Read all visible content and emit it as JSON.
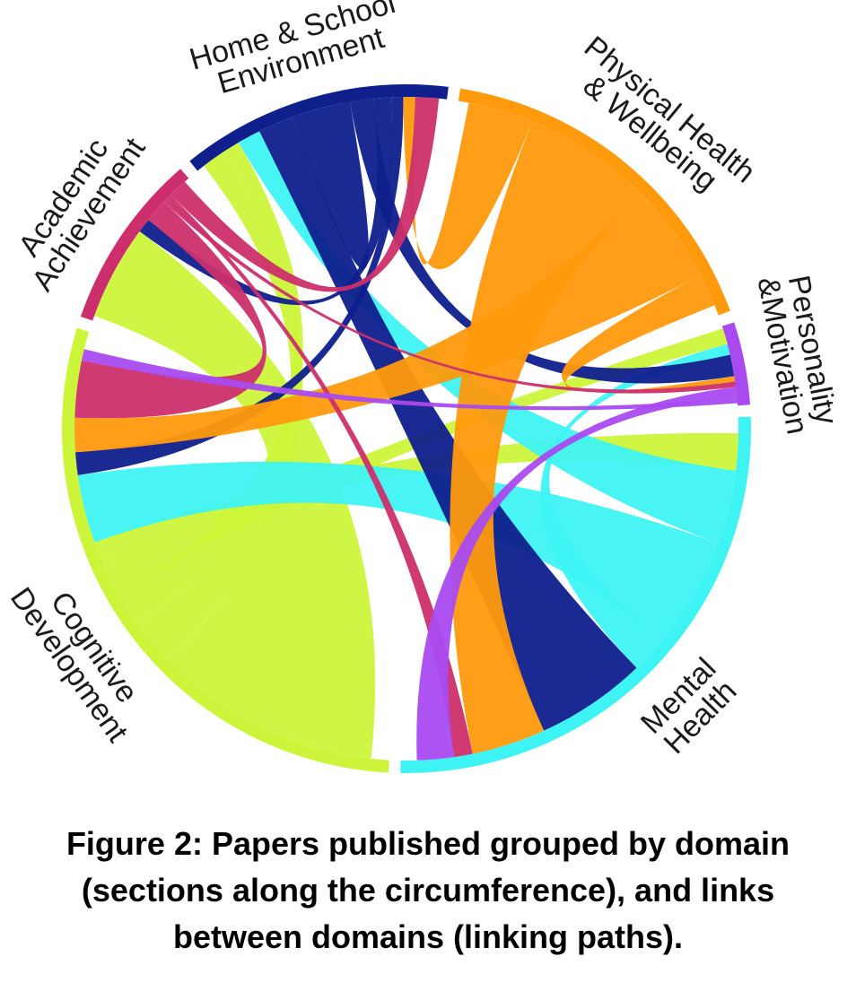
{
  "chart_data": {
    "type": "chord",
    "segments": [
      {
        "id": "home",
        "lines": [
          "Home & School",
          "Environment"
        ],
        "color": "#0f1f8c"
      },
      {
        "id": "phys",
        "lines": [
          "Physical Health",
          "& Wellbeing"
        ],
        "color": "#ff9a0d"
      },
      {
        "id": "pers",
        "lines": [
          "Personality",
          "&Motivation"
        ],
        "color": "#a94af0"
      },
      {
        "id": "mental",
        "lines": [
          "Mental",
          "Health"
        ],
        "color": "#3ef3f3"
      },
      {
        "id": "cog",
        "lines": [
          "Cognitive",
          "Development"
        ],
        "color": "#ccf53a"
      },
      {
        "id": "acad",
        "lines": [
          "Academic",
          "Achievement"
        ],
        "color": "#cc2f6c"
      }
    ],
    "links": [
      {
        "source": "cog",
        "target": "acad",
        "value": 20
      },
      {
        "source": "cog",
        "target": "home",
        "value": 4
      },
      {
        "source": "cog",
        "target": "home",
        "value": 3
      },
      {
        "source": "cog",
        "target": "pers",
        "value": 3
      },
      {
        "source": "cog",
        "target": "mental",
        "value": 2
      },
      {
        "source": "mental",
        "target": "home",
        "value": 4
      },
      {
        "source": "mental",
        "target": "cog",
        "value": 6
      },
      {
        "source": "mental",
        "target": "pers",
        "value": 2
      },
      {
        "source": "home",
        "target": "mental",
        "value": 6
      },
      {
        "source": "home",
        "target": "home",
        "value": 5
      },
      {
        "source": "home",
        "target": "pers",
        "value": 4
      },
      {
        "source": "home",
        "target": "acad",
        "value": 3
      },
      {
        "source": "home",
        "target": "cog",
        "value": 2
      },
      {
        "source": "phys",
        "target": "home",
        "value": 2
      },
      {
        "source": "phys",
        "target": "mental",
        "value": 4
      },
      {
        "source": "phys",
        "target": "cog",
        "value": 3
      },
      {
        "source": "phys",
        "target": "pers",
        "value": 1
      },
      {
        "source": "acad",
        "target": "cog",
        "value": 5
      },
      {
        "source": "acad",
        "target": "pers",
        "value": 1
      },
      {
        "source": "acad",
        "target": "mental",
        "value": 1
      },
      {
        "source": "acad",
        "target": "home",
        "value": 4
      },
      {
        "source": "pers",
        "target": "mental",
        "value": 2
      },
      {
        "source": "pers",
        "target": "cog",
        "value": 1
      }
    ]
  },
  "caption": {
    "line1": "Figure 2: Papers published grouped by domain",
    "line2": "(sections along the circumference), and links",
    "line3": "between domains (linking paths)."
  }
}
